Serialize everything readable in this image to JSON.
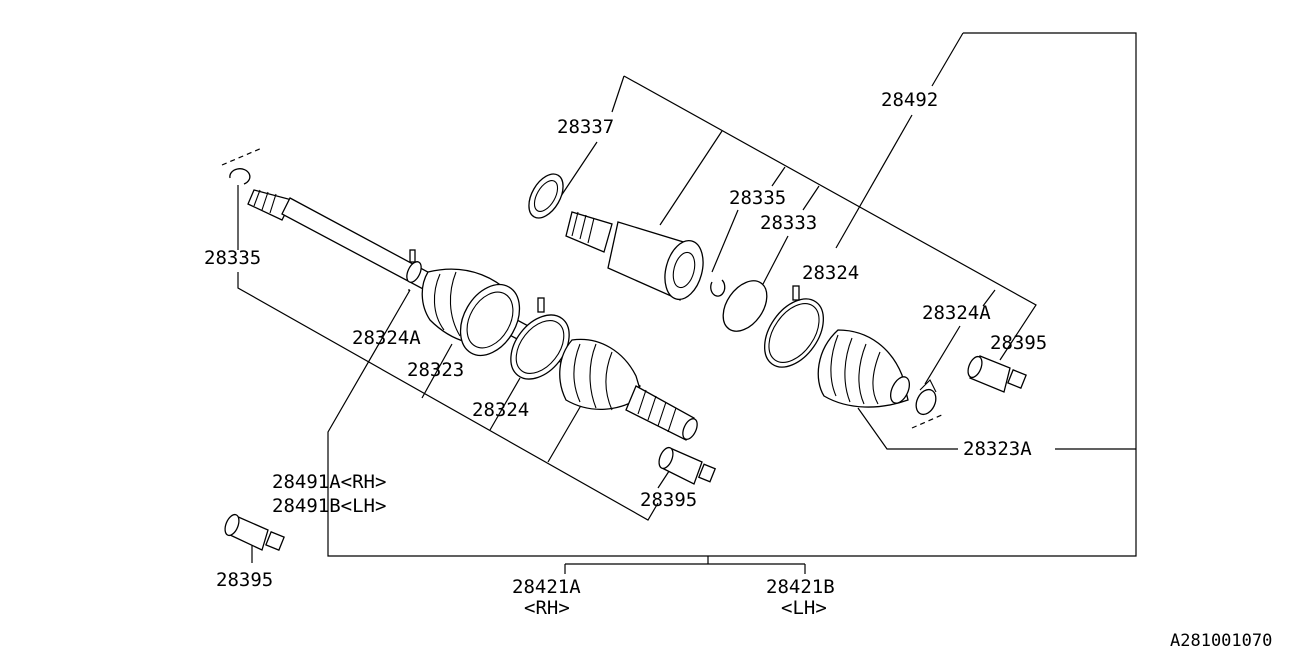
{
  "diagram_id": "A281001070",
  "labels": {
    "p28492": "28492",
    "p28337": "28337",
    "p28335_right": "28335",
    "p28333": "28333",
    "p28324_right": "28324",
    "p28324A_right": "28324A",
    "p28395_right": "28395",
    "p28323A": "28323A",
    "p28335_left": "28335",
    "p28324A_left": "28324A",
    "p28323": "28323",
    "p28324_left": "28324",
    "p28491A": "28491A<RH>",
    "p28491B": "28491B<LH>",
    "p28395_mid": "28395",
    "p28395_bottom": "28395",
    "p28421A": "28421A",
    "p28421A_side": "<RH>",
    "p28421B": "28421B",
    "p28421B_side": "<LH>"
  }
}
